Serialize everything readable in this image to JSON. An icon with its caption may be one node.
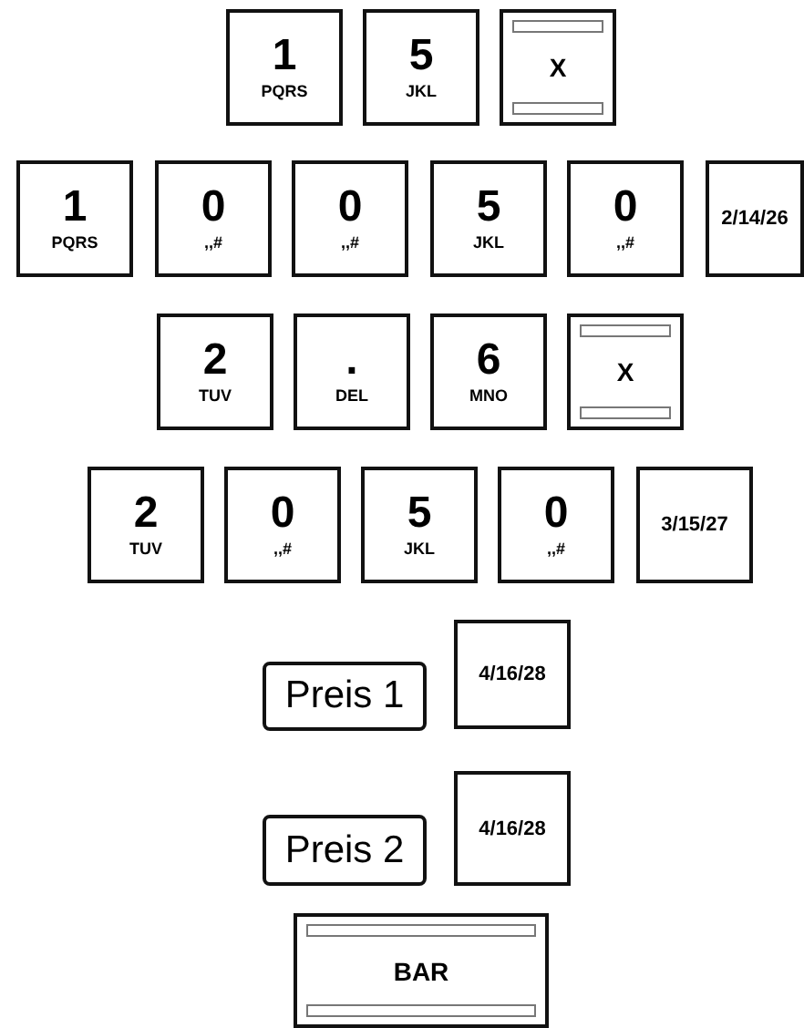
{
  "diagram": {
    "nodes": [
      {
        "text": [
          "1",
          "PQRS"
        ]
      },
      {
        "text": [
          "5",
          "JKL"
        ]
      },
      {
        "text": [
          "X"
        ]
      },
      {
        "text": [
          "1",
          "PQRS"
        ]
      },
      {
        "text": [
          "0",
          ",,#"
        ]
      },
      {
        "text": [
          "0",
          ",,#"
        ]
      },
      {
        "text": [
          "5",
          "JKL"
        ]
      },
      {
        "text": [
          "0",
          ",,#"
        ]
      },
      {
        "text": [
          "2/14/26"
        ]
      },
      {
        "text": [
          "2",
          "TUV"
        ]
      },
      {
        "text": [
          ".",
          "DEL"
        ]
      },
      {
        "text": [
          "6",
          "MNO"
        ]
      },
      {
        "text": [
          "X"
        ]
      },
      {
        "text": [
          "2",
          "TUV"
        ]
      },
      {
        "text": [
          "0",
          ",,#"
        ]
      },
      {
        "text": [
          "5",
          "JKL"
        ]
      },
      {
        "text": [
          "0",
          ",,#"
        ]
      },
      {
        "text": [
          "3/15/27"
        ]
      },
      {
        "text": [
          "Preis 1"
        ]
      },
      {
        "text": [
          "4/16/28"
        ]
      },
      {
        "text": [
          "Preis 2"
        ]
      },
      {
        "text": [
          "4/16/28"
        ]
      },
      {
        "text": [
          "BAR"
        ]
      }
    ]
  }
}
